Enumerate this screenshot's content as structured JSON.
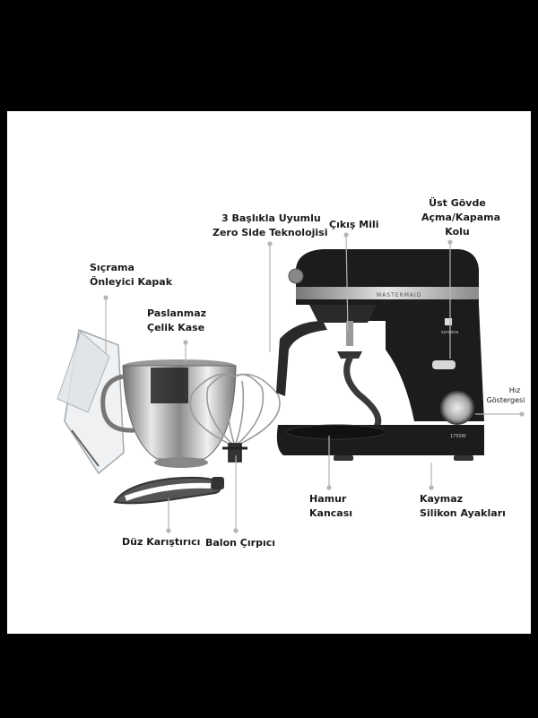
{
  "labels": {
    "splash_cover": [
      "Sıçrama",
      "Önleyici Kapak"
    ],
    "steel_bowl": [
      "Paslanmaz",
      "Çelik Kase"
    ],
    "zero_side": [
      "3 Başlıkla Uyumlu",
      "Zero Side Teknolojisi"
    ],
    "output_shaft": [
      "Çıkış Mili"
    ],
    "upper_body": [
      "Üst Gövde",
      "Açma/Kapama",
      "Kolu"
    ],
    "speed_indicator": [
      "Hız",
      "Göstergesi"
    ],
    "dough_hook": [
      "Hamur",
      "Kancası"
    ],
    "silicone_feet": [
      "Kaymaz",
      "Silikon Ayakları"
    ],
    "flat_beater": [
      "Düz Karıştırıcı"
    ],
    "balloon_whisk": [
      "Balon Çırpıcı"
    ]
  },
  "brand": {
    "name": "MASTERMAID",
    "logo_text": "sorsoca",
    "power": "1750W"
  },
  "colors": {
    "background": "#000000",
    "panel": "#ffffff",
    "mixer_body": "#1c1c1c",
    "chrome": "#b8b8b8",
    "label_text": "#1a1a1a"
  }
}
